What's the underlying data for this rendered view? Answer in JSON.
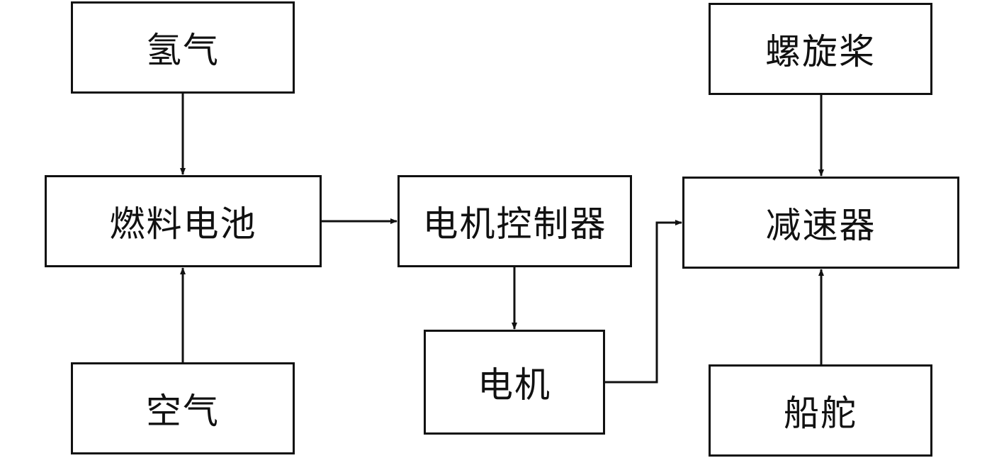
{
  "nodes": {
    "hydrogen": "氢气",
    "fuel_cell": "燃料电池",
    "air": "空气",
    "motor_controller": "电机控制器",
    "motor": "电机",
    "propeller": "螺旋桨",
    "reducer": "减速器",
    "rudder": "船舵"
  },
  "edges": [
    {
      "from": "hydrogen",
      "to": "fuel_cell"
    },
    {
      "from": "air",
      "to": "fuel_cell"
    },
    {
      "from": "fuel_cell",
      "to": "motor_controller"
    },
    {
      "from": "motor_controller",
      "to": "motor"
    },
    {
      "from": "motor",
      "to": "reducer"
    },
    {
      "from": "propeller",
      "to": "reducer"
    },
    {
      "from": "rudder",
      "to": "reducer"
    }
  ],
  "colors": {
    "line": "#111111",
    "background": "#ffffff"
  }
}
